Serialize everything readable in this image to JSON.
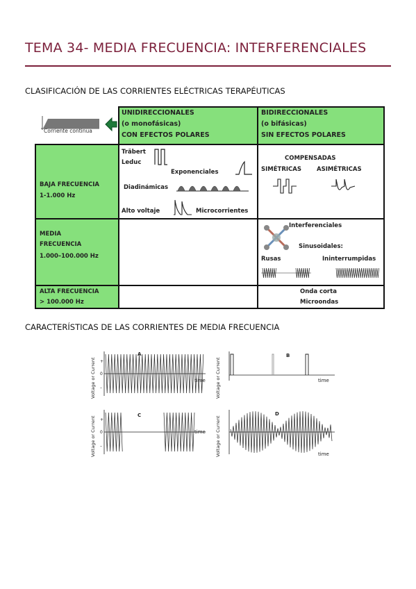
{
  "title": "TEMA 34- MEDIA FRECUENCIA: INTERFERENCIALES",
  "section1": "CLASIFICACIÓN DE LAS CORRIENTES ELÉCTRICAS TERAPÉUTICAS",
  "section2": "CARACTERÍSTICAS DE LAS CORRIENTES DE MEDIA FRECUENCIA",
  "table": {
    "corriente_continua": "Corriente continua",
    "unidireccionales": [
      "UNIDIRECCIONALES",
      " (o monofásicas)",
      "CON EFECTOS POLARES"
    ],
    "bidireccionales": [
      "BIDIRECCIONALES",
      "(o bifásicas)",
      "SIN EFECTOS POLARES"
    ],
    "baja_frecuencia": [
      "BAJA FRECUENCIA",
      "1-1.000 Hz"
    ],
    "media_frecuencia": [
      "MEDIA",
      "FRECUENCIA",
      "1.000–100.000 Hz"
    ],
    "alta_frecuencia": [
      "ALTA FRECUENCIA",
      "> 100.000 Hz"
    ],
    "baja_uni": {
      "trabert": "Träbert",
      "leduc": "Leduc",
      "exponenciales": "Exponenciales",
      "diadinamicas": "Diadinámicas",
      "alto_voltaje": "Alto voltaje",
      "microcorrientes": "Microcorrientes"
    },
    "baja_bi": {
      "compensadas": "COMPENSADAS",
      "simetricas": "SIMÉTRICAS",
      "asimetricas": "ASIMÉTRICAS"
    },
    "media_bi": {
      "interferenciales": "Interferenciales",
      "sinusoidales": "Sinusoidales:",
      "rusas": "Rusas",
      "ininterrumpidas": "Ininterrumpidas"
    },
    "alta_bi": [
      "Onda corta",
      "Microondas"
    ]
  },
  "waveforms": {
    "ylabel": "Voltage or Current",
    "xlabel": "time",
    "panels": [
      "A",
      "B",
      "C",
      "D"
    ],
    "plus": "+",
    "zero": "0",
    "minus": "–"
  },
  "colors": {
    "title": "#7b1f3a",
    "green": "#86e07c",
    "border": "#111111"
  }
}
